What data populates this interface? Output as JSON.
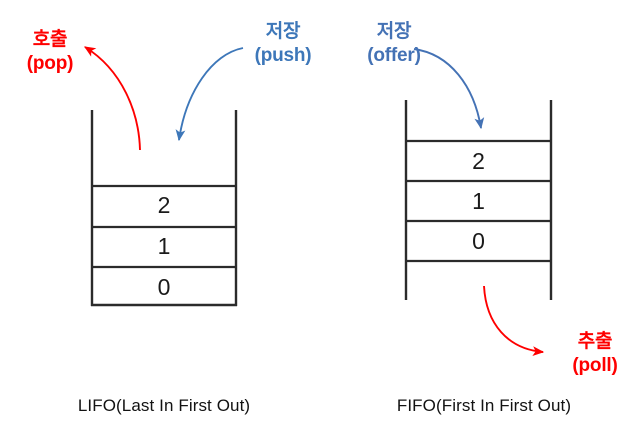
{
  "diagram": {
    "title": "LIFO and FIFO data structure comparison",
    "background_color": "#ffffff",
    "colors": {
      "red": "#fe0000",
      "blue_push": "#3d77b9",
      "blue_offer": "#4472b5",
      "line": "#2b2b2b",
      "text": "#121212"
    }
  },
  "lifo": {
    "caption": "LIFO(Last In First Out)",
    "container_kind": "stack-open-top",
    "cells": [
      {
        "value": "2"
      },
      {
        "value": "1"
      },
      {
        "value": "0"
      }
    ],
    "in_annotation": {
      "ko": "저장",
      "en": "(push)",
      "color": "#3d77b9",
      "direction": "into-container"
    },
    "out_annotation": {
      "ko": "호출",
      "en": "(pop)",
      "color": "#fe0000",
      "direction": "out-of-top"
    }
  },
  "fifo": {
    "caption": "FIFO(First In First Out)",
    "container_kind": "queue-open-top-and-bottom",
    "cells": [
      {
        "value": "2"
      },
      {
        "value": "1"
      },
      {
        "value": "0"
      }
    ],
    "in_annotation": {
      "ko": "저장",
      "en": "(offer)",
      "color": "#4472b5",
      "direction": "into-top"
    },
    "out_annotation": {
      "ko": "추출",
      "en": "(poll)",
      "color": "#fe0000",
      "direction": "out-of-bottom"
    }
  }
}
